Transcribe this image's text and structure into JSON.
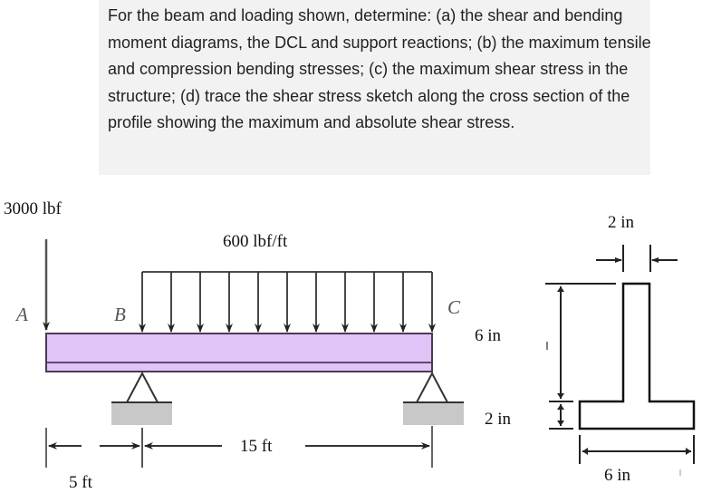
{
  "problem": {
    "text": "For the beam and loading shown, determine: (a) the shear and bending moment diagrams, the DCL and support reactions; (b) the maximum tensile and compression bending stresses; (c) the maximum shear stress in the structure; (d) trace the shear stress sketch along the cross section of the profile showing the maximum and absolute shear stress."
  },
  "beam": {
    "point_load_label": "3000 lbf",
    "distributed_load_label": "600 lbf/ft",
    "points": {
      "a": "A",
      "b": "B",
      "c": "C"
    },
    "dim_ab": "5 ft",
    "dim_bc": "15 ft",
    "colors": {
      "beam_fill": "#e0c3f7",
      "beam_stroke": "#4a3a55",
      "support_block": "#c8c8c8"
    }
  },
  "cross_section": {
    "web_width_label": "2 in",
    "web_height_label": "6 in",
    "flange_height_label": "2 in",
    "flange_width_label": "6 in"
  }
}
